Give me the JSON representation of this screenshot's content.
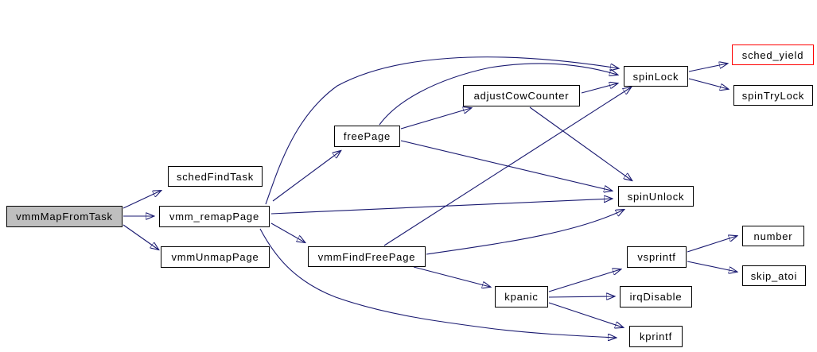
{
  "diagram": {
    "type": "call-graph",
    "root_function": "vmmMapFromTask",
    "background_color": "#ffffff",
    "edge_color": "#191970",
    "node_border_color": "#000000",
    "node_fill_color": "#ffffff",
    "root_node_fill_color": "#bfbfbf",
    "highlight_border_color": "#ff0000",
    "text_color": "#000000"
  },
  "nodes": [
    {
      "id": "vmmMapFromTask",
      "label": "vmmMapFromTask",
      "variant": "root"
    },
    {
      "id": "schedFindTask",
      "label": "schedFindTask",
      "variant": "default"
    },
    {
      "id": "vmm_remapPage",
      "label": "vmm_remapPage",
      "variant": "default"
    },
    {
      "id": "vmmUnmapPage",
      "label": "vmmUnmapPage",
      "variant": "default"
    },
    {
      "id": "freePage",
      "label": "freePage",
      "variant": "default"
    },
    {
      "id": "adjustCowCounter",
      "label": "adjustCowCounter",
      "variant": "default"
    },
    {
      "id": "spinLock",
      "label": "spinLock",
      "variant": "default"
    },
    {
      "id": "sched_yield",
      "label": "sched_yield",
      "variant": "highlighted"
    },
    {
      "id": "spinTryLock",
      "label": "spinTryLock",
      "variant": "default"
    },
    {
      "id": "spinUnlock",
      "label": "spinUnlock",
      "variant": "default"
    },
    {
      "id": "vmmFindFreePage",
      "label": "vmmFindFreePage",
      "variant": "default"
    },
    {
      "id": "vsprintf",
      "label": "vsprintf",
      "variant": "default"
    },
    {
      "id": "number",
      "label": "number",
      "variant": "default"
    },
    {
      "id": "skip_atoi",
      "label": "skip_atoi",
      "variant": "default"
    },
    {
      "id": "kpanic",
      "label": "kpanic",
      "variant": "default"
    },
    {
      "id": "irqDisable",
      "label": "irqDisable",
      "variant": "default"
    },
    {
      "id": "kprintf",
      "label": "kprintf",
      "variant": "default"
    }
  ],
  "edges": [
    {
      "from": "vmmMapFromTask",
      "to": "schedFindTask"
    },
    {
      "from": "vmmMapFromTask",
      "to": "vmm_remapPage"
    },
    {
      "from": "vmmMapFromTask",
      "to": "vmmUnmapPage"
    },
    {
      "from": "vmm_remapPage",
      "to": "freePage"
    },
    {
      "from": "vmm_remapPage",
      "to": "spinLock"
    },
    {
      "from": "vmm_remapPage",
      "to": "spinUnlock"
    },
    {
      "from": "vmm_remapPage",
      "to": "vmmFindFreePage"
    },
    {
      "from": "vmm_remapPage",
      "to": "kprintf"
    },
    {
      "from": "freePage",
      "to": "adjustCowCounter"
    },
    {
      "from": "freePage",
      "to": "spinLock"
    },
    {
      "from": "freePage",
      "to": "spinUnlock"
    },
    {
      "from": "adjustCowCounter",
      "to": "spinLock"
    },
    {
      "from": "adjustCowCounter",
      "to": "spinUnlock"
    },
    {
      "from": "vmmFindFreePage",
      "to": "spinLock"
    },
    {
      "from": "vmmFindFreePage",
      "to": "spinUnlock"
    },
    {
      "from": "vmmFindFreePage",
      "to": "kpanic"
    },
    {
      "from": "spinLock",
      "to": "sched_yield"
    },
    {
      "from": "spinLock",
      "to": "spinTryLock"
    },
    {
      "from": "kpanic",
      "to": "vsprintf"
    },
    {
      "from": "kpanic",
      "to": "irqDisable"
    },
    {
      "from": "kpanic",
      "to": "kprintf"
    },
    {
      "from": "vsprintf",
      "to": "number"
    },
    {
      "from": "vsprintf",
      "to": "skip_atoi"
    }
  ]
}
